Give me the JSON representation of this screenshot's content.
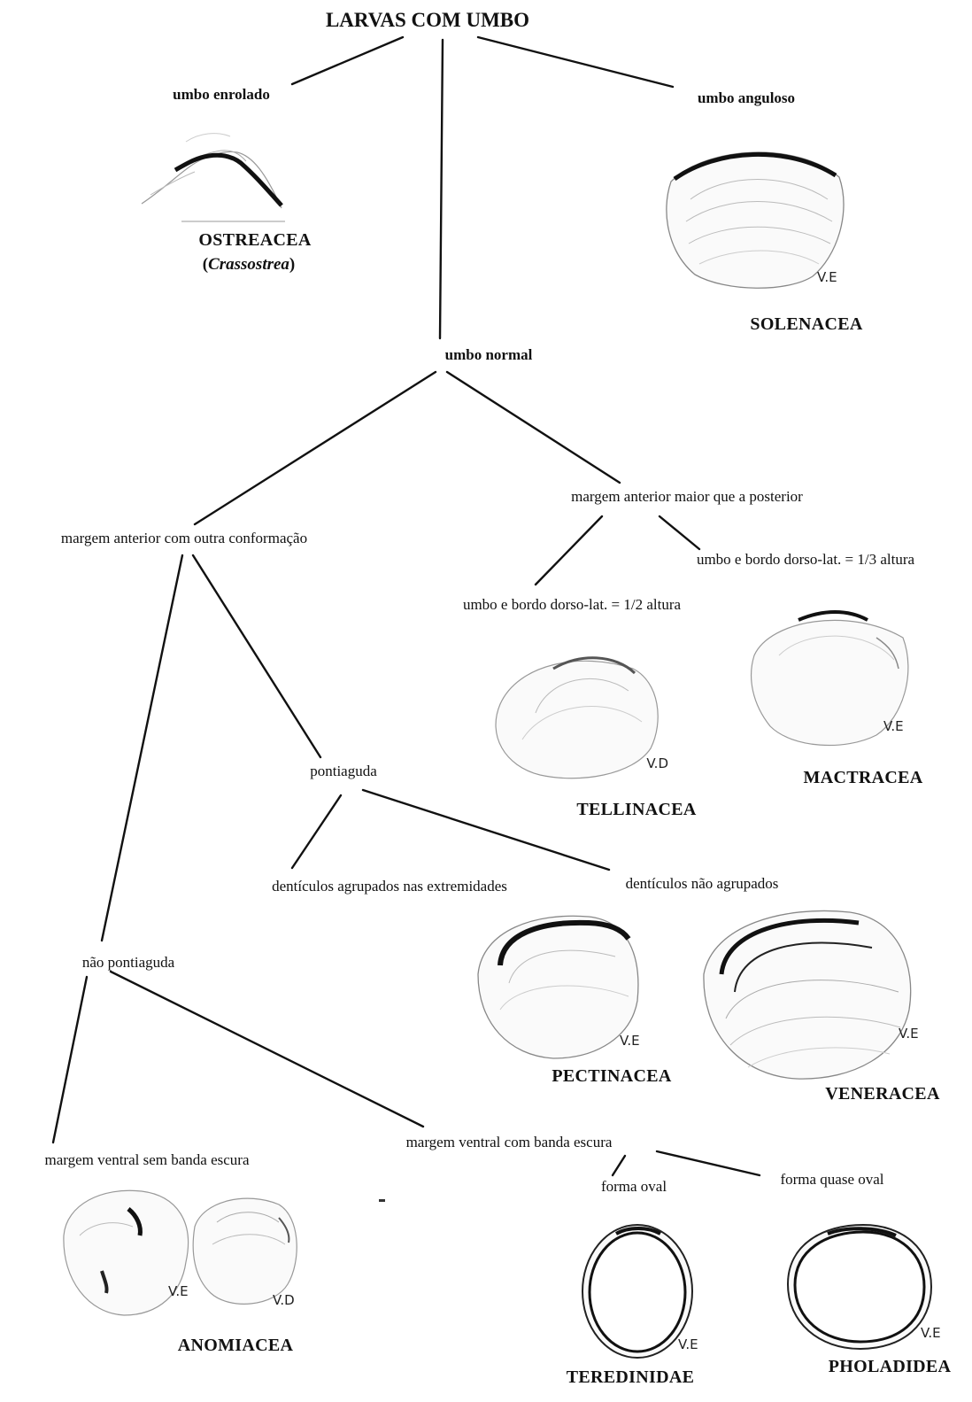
{
  "title": "LARVAS COM UMBO",
  "nodes": {
    "umbo_enrolado": "umbo enrolado",
    "umbo_anguloso": "umbo anguloso",
    "umbo_normal": "umbo normal",
    "margem_anterior_outra": "margem anterior com outra conformação",
    "margem_anterior_maior": "margem anterior maior que a posterior",
    "umbo_um_terco": "umbo e bordo dorso-lat. = 1/3 altura",
    "umbo_meia": "umbo e bordo dorso-lat. = 1/2 altura",
    "pontiaguda": "pontiaguda",
    "nao_pontiaguda": "não pontiaguda",
    "denticulos_agrupados": "dentículos agrupados nas extremidades",
    "denticulos_nao_agrupados": "dentículos não agrupados",
    "ventral_sem_banda": "margem ventral sem banda escura",
    "ventral_com_banda": "margem ventral com banda escura",
    "forma_oval": "forma oval",
    "forma_quase_oval": "forma quase oval"
  },
  "taxa": {
    "ostreacea": "OSTREACEA",
    "ostreacea_genus_prefix": "(",
    "ostreacea_genus": "Crassostrea",
    "ostreacea_genus_suffix": ")",
    "solenacea": "SOLENACEA",
    "tellinacea": "TELLINACEA",
    "mactracea": "MACTRACEA",
    "pectinacea": "PECTINACEA",
    "veneracea": "VENERACEA",
    "anomiacea": "ANOMIACEA",
    "teredinidae": "TEREDINIDAE",
    "pholadidea": "PHOLADIDEA"
  },
  "valve_labels": {
    "solenacea": "V.E",
    "tellinacea": "V.D",
    "mactracea": "V.E",
    "pectinacea": "V.E",
    "veneracea": "V.E",
    "anomiacea_left": "V.E",
    "anomiacea_right": "V.D",
    "teredinidae": "V.E",
    "pholadidea": "V.E"
  }
}
